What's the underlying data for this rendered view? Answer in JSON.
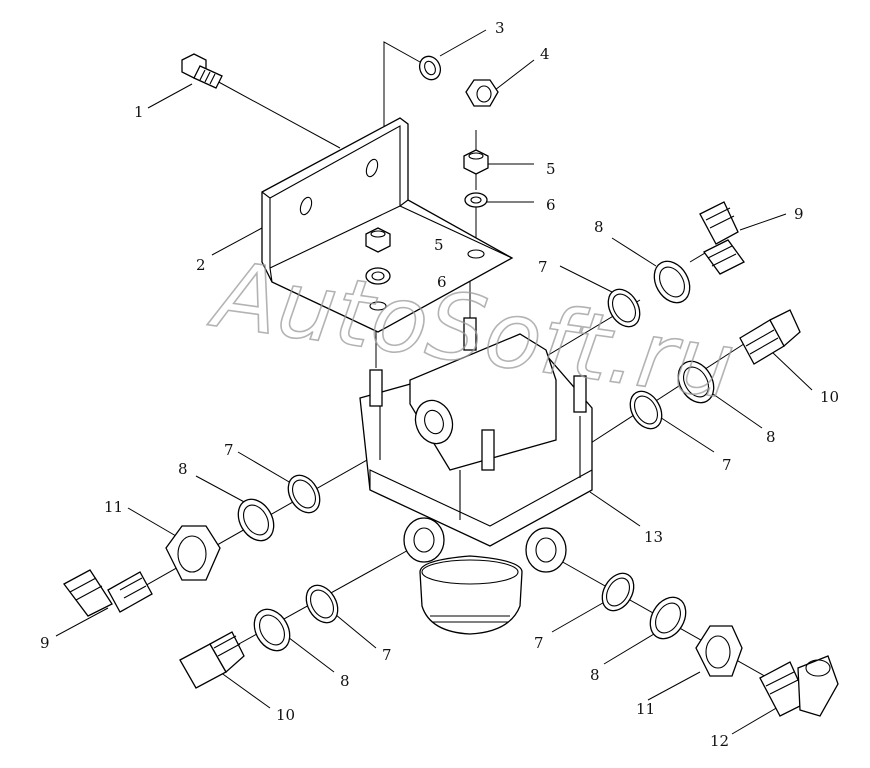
{
  "watermark": "AutoSoft.ru",
  "callouts": {
    "c1": "1",
    "c2": "2",
    "c3": "3",
    "c4": "4",
    "c5a": "5",
    "c5b": "5",
    "c6a": "6",
    "c6b": "6",
    "c7a": "7",
    "c7b": "7",
    "c7c": "7",
    "c7d": "7",
    "c7e": "7",
    "c8a": "8",
    "c8b": "8",
    "c8c": "8",
    "c8d": "8",
    "c8e": "8",
    "c9a": "9",
    "c9b": "9",
    "c10a": "10",
    "c10b": "10",
    "c11a": "11",
    "c11b": "11",
    "c12": "12",
    "c13": "13"
  }
}
